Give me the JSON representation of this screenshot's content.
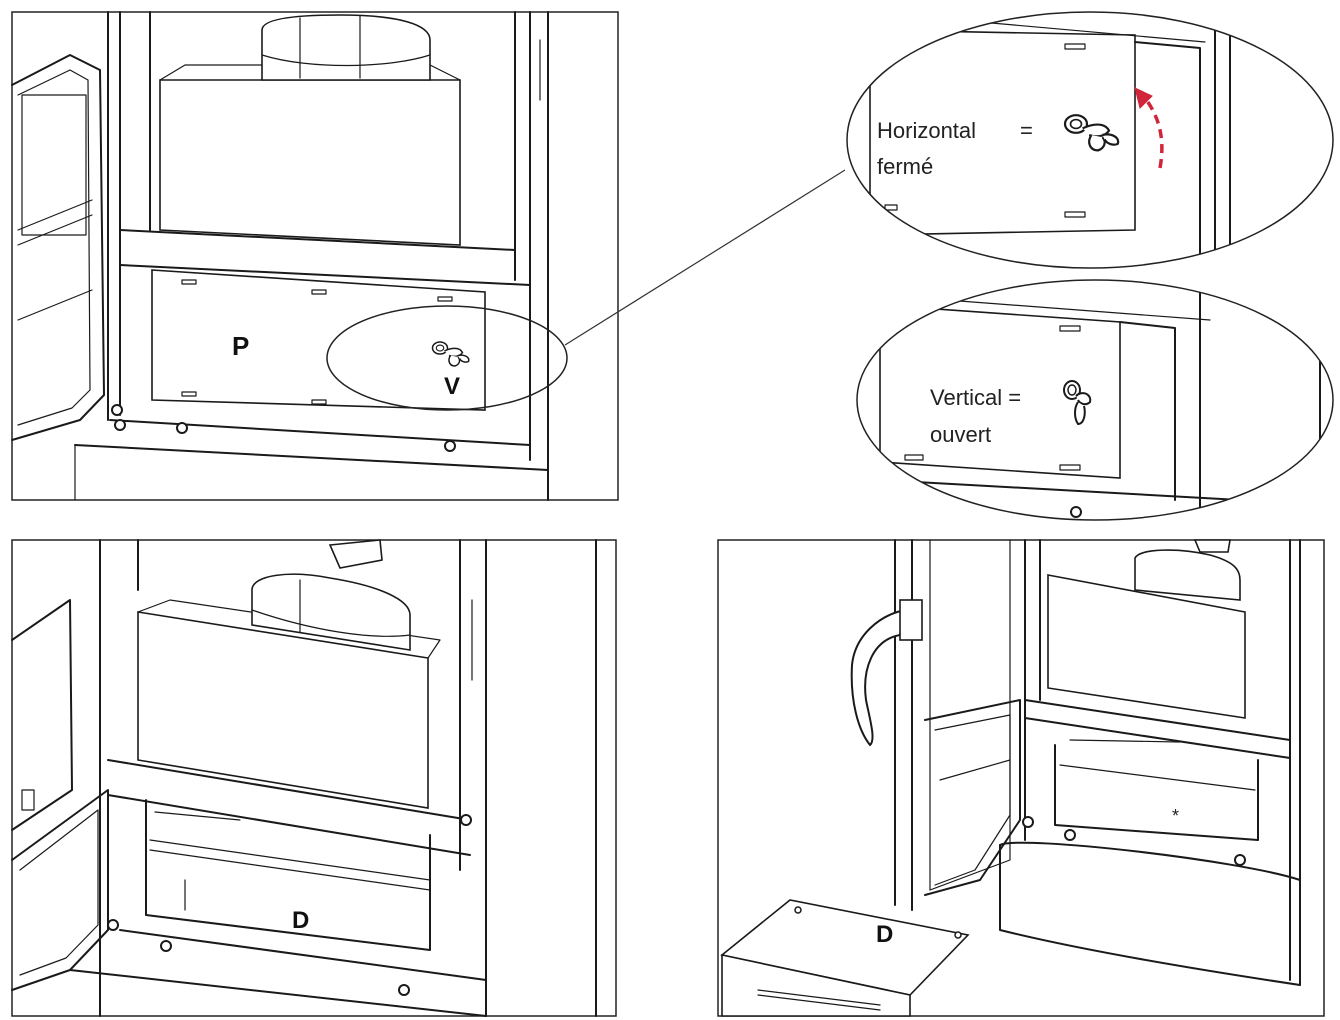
{
  "panels": {
    "top_left": {
      "label_p": "P",
      "label_v": "V"
    },
    "callout_closed": {
      "line1": "Horizontal",
      "equals": "=",
      "line2": "fermé"
    },
    "callout_open": {
      "line1": "Vertical =",
      "line2": "ouvert"
    },
    "bottom_left": {
      "label_d": "D"
    },
    "bottom_right": {
      "label_d": "D",
      "asterisk": "*"
    }
  },
  "colors": {
    "line": "#1a1a1a",
    "arrow": "#d0253a"
  },
  "icons": [
    "wing-nut-horizontal-icon",
    "wing-nut-vertical-icon",
    "rotate-arrow-icon"
  ]
}
